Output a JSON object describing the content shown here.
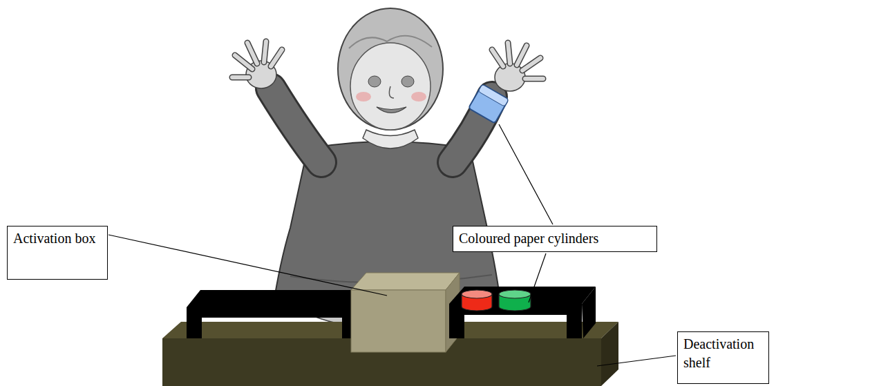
{
  "diagram": {
    "nodes": [
      {
        "text": [
          "Activation box"
        ]
      },
      {
        "text": [
          "Coloured paper cylinders"
        ]
      },
      {
        "text": [
          "Deactivation shelf"
        ]
      }
    ]
  }
}
